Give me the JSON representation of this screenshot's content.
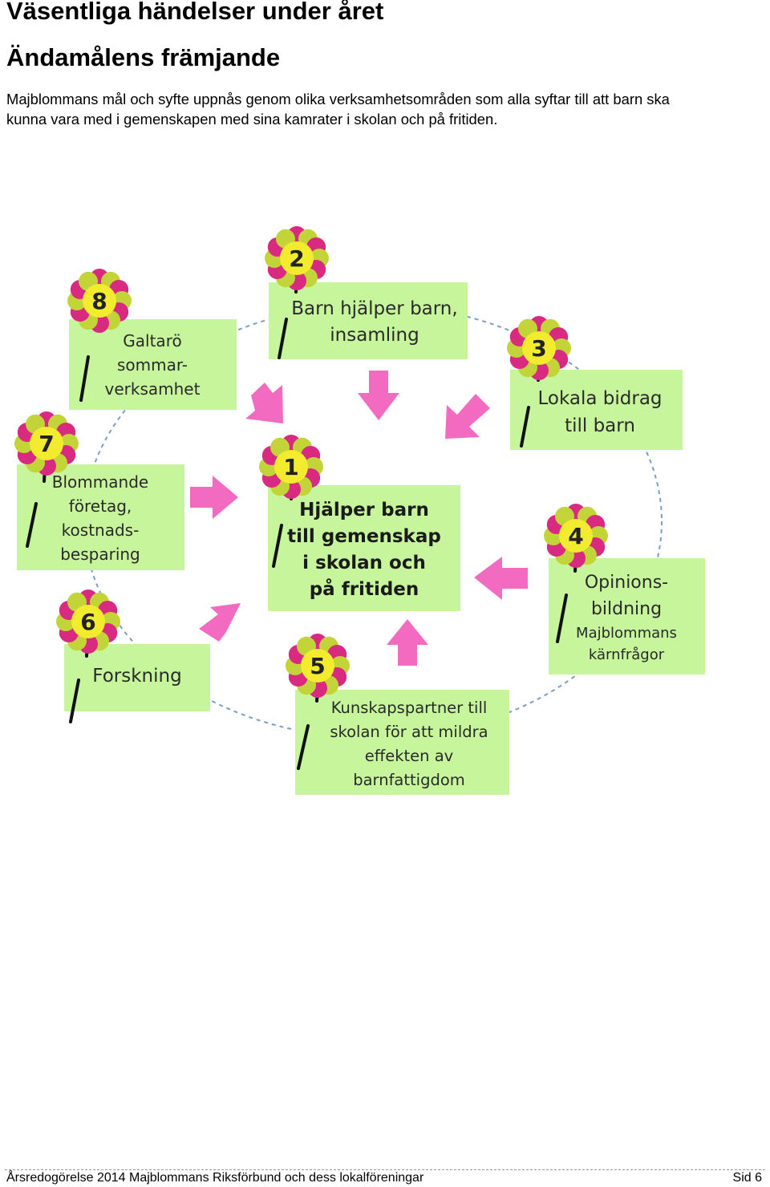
{
  "heading": "Väsentliga händelser under året",
  "subheading": "Ändamålens främjande",
  "intro_lines": [
    "Majblommans mål och syfte uppnås genom olika verksamhetsområden som alla syftar till att barn ska",
    "kunna vara med i gemenskapen med sina kamrater i skolan och på fritiden."
  ],
  "diagram": {
    "center": {
      "number": "1",
      "lines": [
        "Hjälper barn",
        "till gemenskap",
        "i skolan och",
        "på fritiden"
      ]
    },
    "nodes": [
      {
        "number": "2",
        "lines": [
          "Barn hjälper barn,",
          "insamling"
        ]
      },
      {
        "number": "3",
        "lines": [
          "Lokala bidrag",
          "till barn"
        ]
      },
      {
        "number": "4",
        "lines": [
          "Opinions-",
          "bildning"
        ],
        "sub_lines": [
          "Majblommans",
          "kärnfrågor"
        ]
      },
      {
        "number": "5",
        "lines": [
          "Kunskapspartner till",
          "skolan för att mildra",
          "effekten av",
          "barnfattigdom"
        ]
      },
      {
        "number": "6",
        "lines": [
          "Forskning"
        ]
      },
      {
        "number": "7",
        "lines": [
          "Blommande",
          "företag,",
          "kostnads-",
          "besparing"
        ]
      },
      {
        "number": "8",
        "lines": [
          "Galtarö",
          "sommar-",
          "verksamhet"
        ]
      }
    ],
    "colors": {
      "card": "#c6f59c",
      "arrow": "#f36bc0",
      "petal_magenta": "#d92a82",
      "petal_lime": "#c2d438",
      "center": "#f3ec2e",
      "stem": "#111111",
      "ring": "#7a9ec8"
    }
  },
  "footer": {
    "left": "Årsredogörelse 2014 Majblommans Riksförbund och dess lokalföreningar",
    "right": "Sid 6"
  }
}
